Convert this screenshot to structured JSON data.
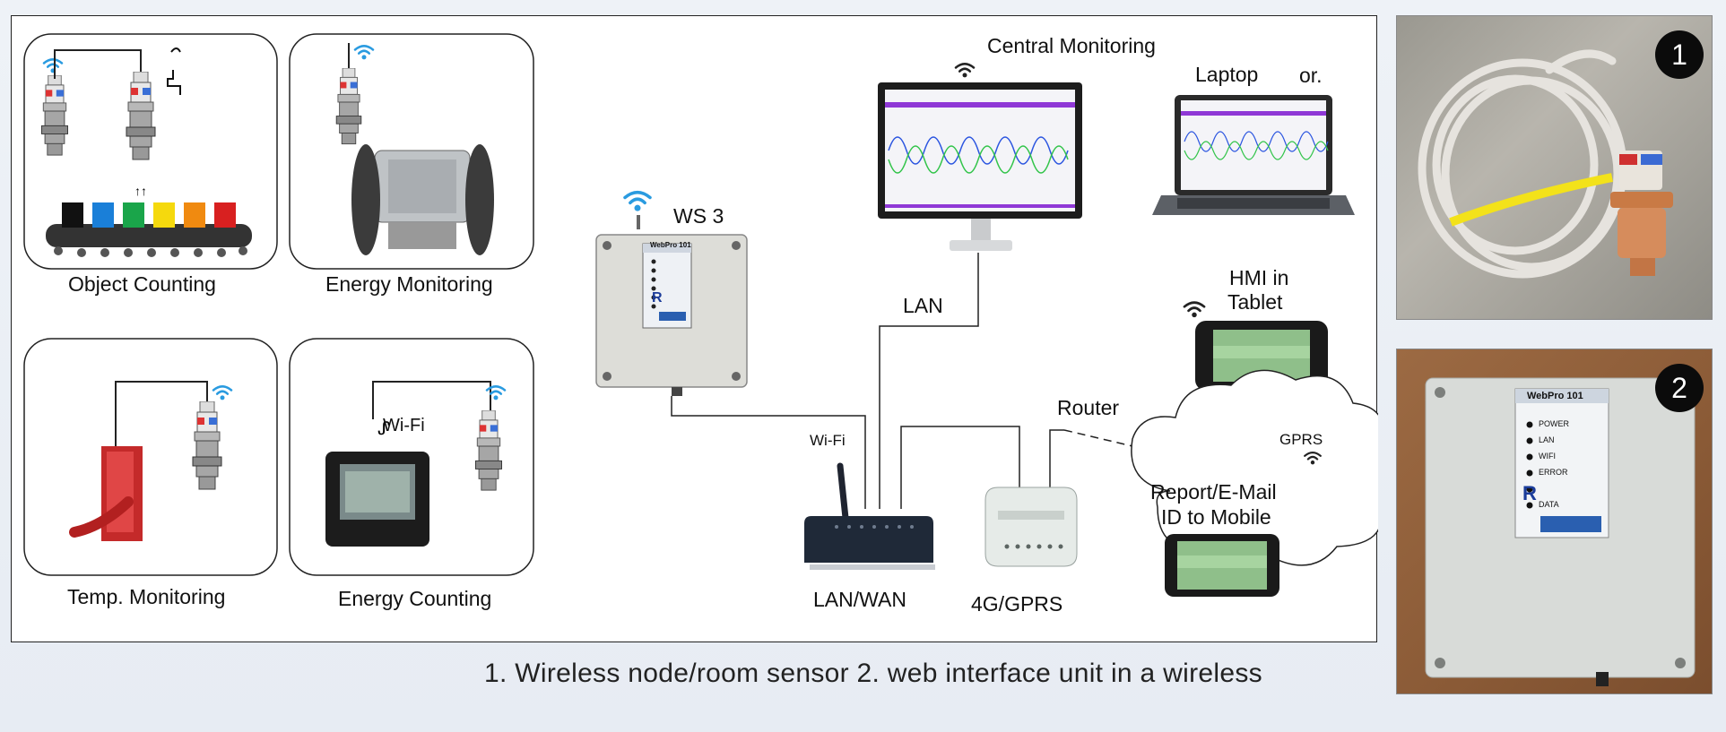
{
  "diagram": {
    "sensor_panels": [
      {
        "label": "Object Counting"
      },
      {
        "label": "Energy Monitoring"
      },
      {
        "label": "Temp. Monitoring"
      },
      {
        "label": "Energy Counting"
      }
    ],
    "wifi_glyph_text": "Wi-Fi",
    "ws_label": "WS 3",
    "enclosure_title": "WebPro 101",
    "central_monitoring_label": "Central Monitoring",
    "laptop_label": "Laptop",
    "or_label": "or.",
    "lan_label": "LAN",
    "hmi_label_line1": "HMI in",
    "hmi_label_line2": "Tablet",
    "router_label": "Router",
    "router_wifi_label": "Wi-Fi",
    "lan_wan_label": "LAN/WAN",
    "gprs_device_label": "4G/GPRS",
    "cloud_line1": "Report/E-Mail",
    "cloud_line2": "ID to Mobile",
    "cloud_gprs_label": "GPRS"
  },
  "caption": "1. Wireless node/room sensor   2. web interface unit in a wireless",
  "photos": [
    {
      "badge": "1"
    },
    {
      "badge": "2",
      "device_title": "WebPro 101",
      "leds": [
        "POWER",
        "LAN",
        "WIFI",
        "ERROR",
        "",
        "DATA"
      ]
    }
  ]
}
